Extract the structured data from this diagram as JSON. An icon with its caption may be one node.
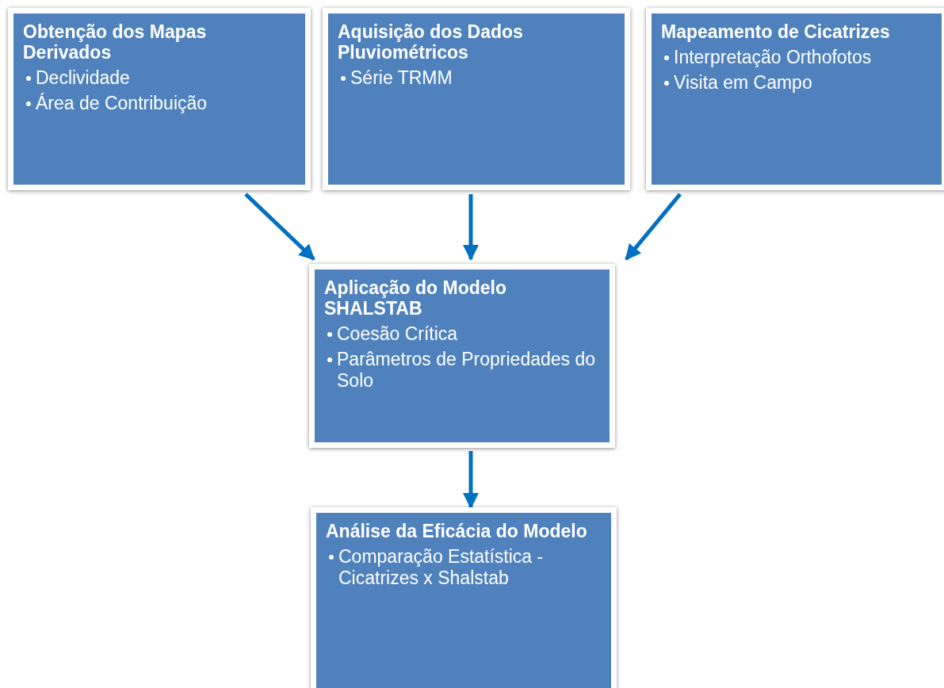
{
  "diagram": {
    "nodes": [
      {
        "text": [
          "Obtenção dos Mapas Derivados",
          "Declividade",
          "Área de Contribuição"
        ]
      },
      {
        "text": [
          "Aquisição dos Dados Pluviométricos",
          "Série TRMM"
        ]
      },
      {
        "text": [
          "Mapeamento de Cicatrizes",
          "Interpretação Orthofotos",
          "Visita em Campo"
        ]
      },
      {
        "text": [
          "Aplicação do Modelo SHALSTAB",
          "Coesão Crítica",
          "Parâmetros de Propriedades do Solo"
        ]
      },
      {
        "text": [
          "Análise da Eficácia do Modelo",
          "Comparação Estatística - Cicatrizes x Shalstab"
        ]
      }
    ],
    "edges": [
      {
        "from": 0,
        "to": 3,
        "arrow": "to"
      },
      {
        "from": 1,
        "to": 3,
        "arrow": "to"
      },
      {
        "from": 2,
        "to": 3,
        "arrow": "to"
      },
      {
        "from": 3,
        "to": 4,
        "arrow": "to"
      }
    ]
  }
}
